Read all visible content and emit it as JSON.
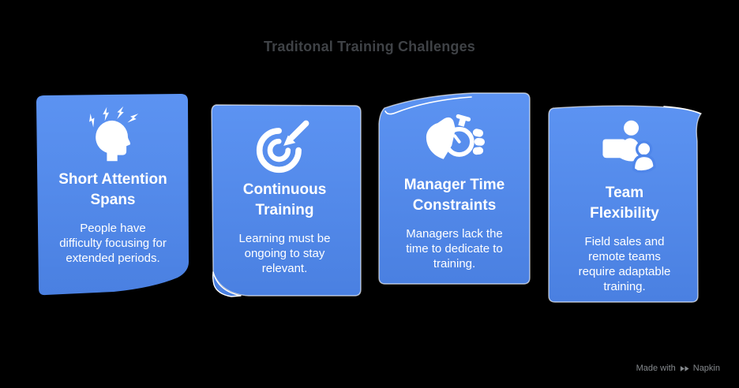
{
  "page": {
    "title": "Traditonal Training Challenges",
    "background_color": "#000000",
    "title_color": "#3f4246"
  },
  "card_style": {
    "fill_top": "#5c93f2",
    "fill_bottom": "#4a80e1",
    "text_color": "#ffffff",
    "edge_highlight": "#ffffff"
  },
  "cards": [
    {
      "icon": "stressed-head-icon",
      "title": "Short Attention Spans",
      "description": "People have difficulty focusing for extended periods."
    },
    {
      "icon": "target-arrow-icon",
      "title": "Continuous Training",
      "description": "Learning must be ongoing to stay relevant."
    },
    {
      "icon": "hand-stopwatch-icon",
      "title": "Manager Time Constraints",
      "description": "Managers lack the time to dedicate to training."
    },
    {
      "icon": "laptop-team-icon",
      "title": "Team Flexibility",
      "description": "Field sales and remote teams require adaptable training."
    }
  ],
  "footer": {
    "made_with": "Made with",
    "brand": "Napkin"
  }
}
